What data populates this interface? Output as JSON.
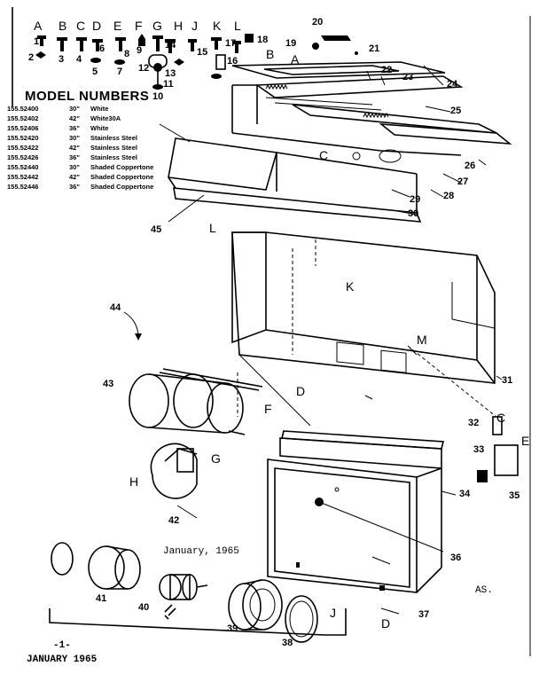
{
  "top_letters": [
    "A",
    "B",
    "C",
    "D",
    "E",
    "F",
    "G",
    "H",
    "J",
    "K",
    "L"
  ],
  "model_numbers": {
    "title": "MODEL NUMBERS",
    "rows": [
      {
        "number": "155.52400",
        "width": "30\"",
        "finish": "White"
      },
      {
        "number": "155.52402",
        "width": "42\"",
        "finish": "White30A"
      },
      {
        "number": "155.52406",
        "width": "36\"",
        "finish": "White"
      },
      {
        "number": "155.52420",
        "width": "30\"",
        "finish": "Stainless Steel"
      },
      {
        "number": "155.52422",
        "width": "42\"",
        "finish": "Stainless Steel"
      },
      {
        "number": "155.52426",
        "width": "36\"",
        "finish": "Stainless Steel"
      },
      {
        "number": "155.52440",
        "width": "30\"",
        "finish": "Shaded Coppertone"
      },
      {
        "number": "155.52442",
        "width": "42\"",
        "finish": "Shaded Coppertone"
      },
      {
        "number": "155.52446",
        "width": "36\"",
        "finish": "Shaded Coppertone"
      }
    ]
  },
  "part_numbers": [
    "1",
    "2",
    "3",
    "4",
    "5",
    "6",
    "7",
    "8",
    "9",
    "10",
    "11",
    "12",
    "13",
    "14",
    "15",
    "16",
    "17",
    "18",
    "19",
    "20",
    "21",
    "22",
    "23",
    "24",
    "25",
    "26",
    "27",
    "28",
    "29",
    "30",
    "31",
    "32",
    "33",
    "34",
    "35",
    "36",
    "37",
    "38",
    "39",
    "40",
    "41",
    "42",
    "43",
    "44",
    "45"
  ],
  "callouts": {
    "A": "A",
    "B": "B",
    "C": "C",
    "D": "D",
    "E": "E",
    "F": "F",
    "G": "G",
    "H": "H",
    "J": "J",
    "K": "K",
    "L": "L",
    "M": "M"
  },
  "date_mid": "January, 1965",
  "page_number": "-1-",
  "date_bottom": "JANUARY 1965",
  "code": "AS."
}
